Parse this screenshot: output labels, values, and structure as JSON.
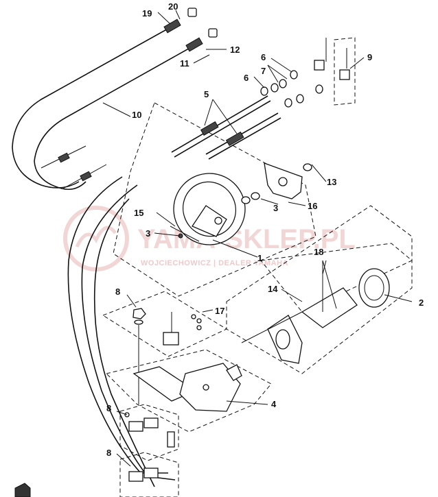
{
  "diagram": {
    "watermark": {
      "main_text": "YAMA-SKLEP.PL",
      "sub_text": "WOJCIECHOWICZ | DEALER YAMAHA"
    },
    "callouts": {
      "c1": "1",
      "c2": "2",
      "c3a": "3",
      "c3b": "3",
      "c4": "4",
      "c5": "5",
      "c6a": "6",
      "c6b": "6",
      "c7": "7",
      "c8a": "8",
      "c8b": "8",
      "c8c": "8",
      "c9": "9",
      "c10": "10",
      "c11": "11",
      "c12": "12",
      "c13": "13",
      "c14": "14",
      "c15": "15",
      "c16": "16",
      "c17": "17",
      "c18": "18",
      "c19": "19",
      "c20": "20"
    },
    "colors": {
      "line": "#111111",
      "watermark": "#e8b4b4"
    }
  }
}
